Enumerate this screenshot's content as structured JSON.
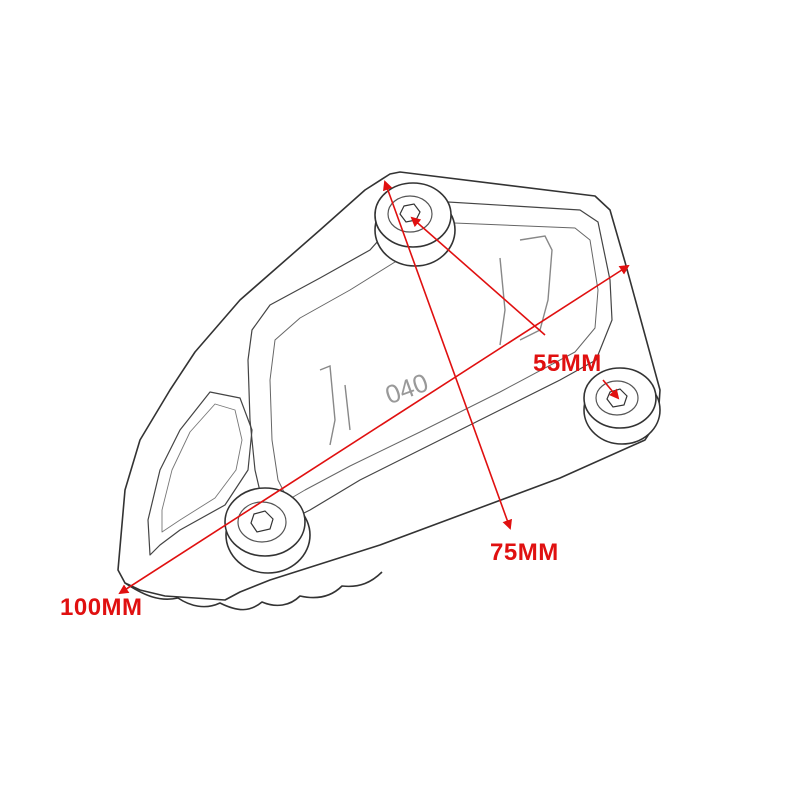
{
  "product": {
    "name_icon": "cnc-side-stand-extension-plate-icon",
    "stamp_text": "040"
  },
  "dimensions": [
    {
      "id": "diagonal",
      "label": "100MM"
    },
    {
      "id": "length",
      "label": "75MM"
    },
    {
      "id": "bolt-spacing",
      "label": "55MM"
    }
  ],
  "colors": {
    "dimension": "#e01010",
    "outline": "#333333",
    "background": "#ffffff"
  }
}
